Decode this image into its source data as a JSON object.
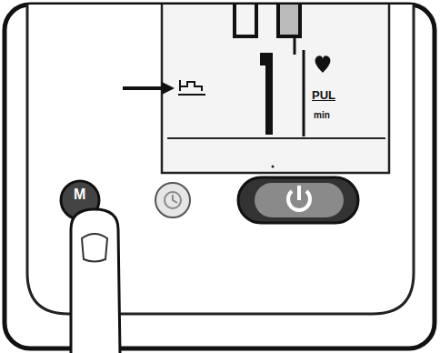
{
  "diagram": {
    "labels": [
      "PUL",
      "min",
      "M"
    ]
  }
}
